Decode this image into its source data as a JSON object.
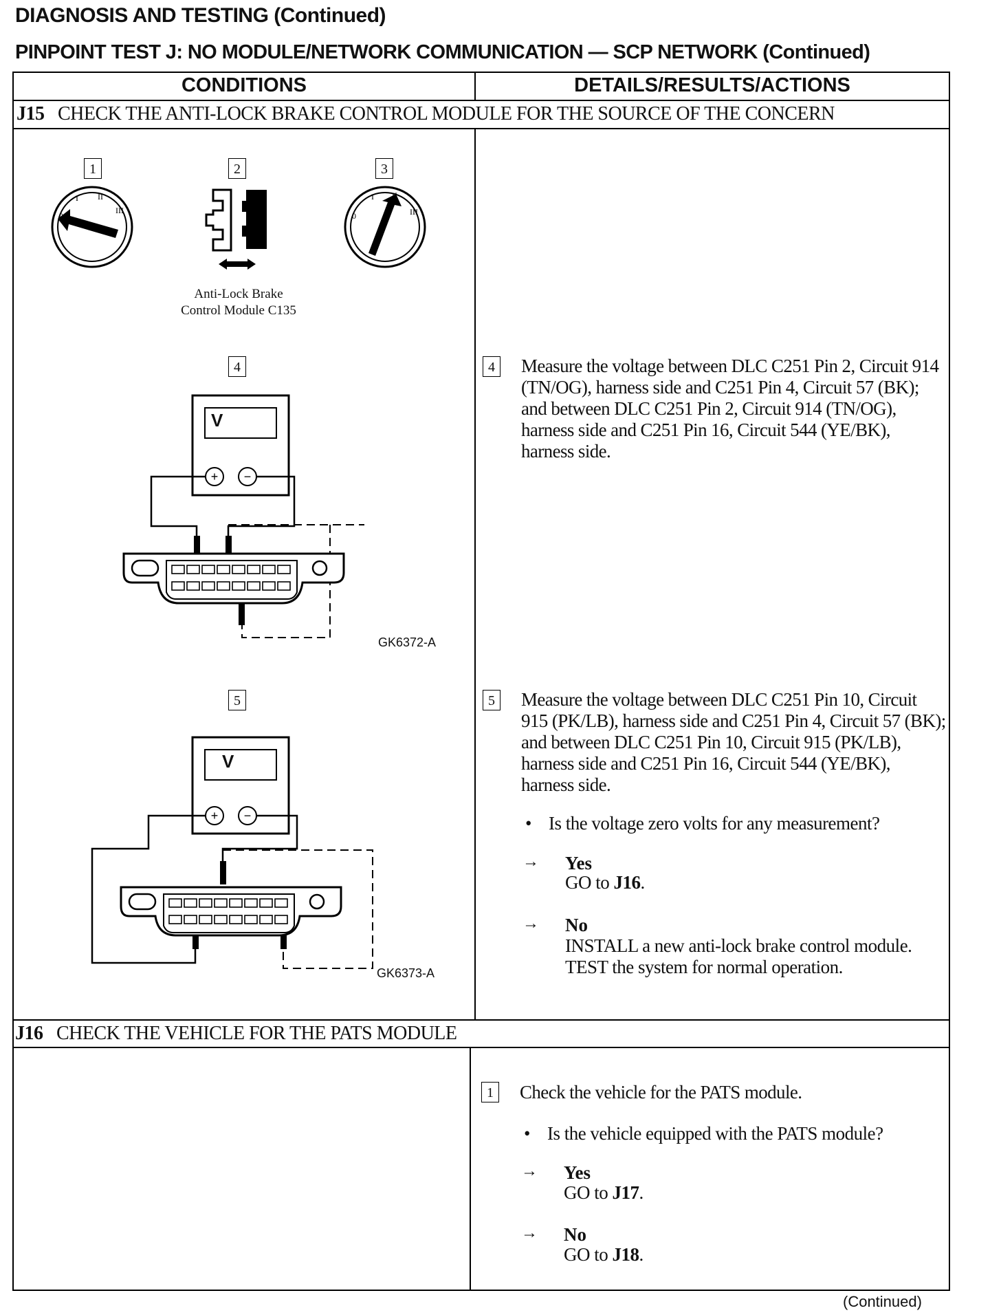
{
  "header": {
    "title": "DIAGNOSIS AND TESTING (Continued)",
    "subtitle": "PINPOINT TEST J: NO MODULE/NETWORK COMMUNICATION — SCP NETWORK (Continued)"
  },
  "table": {
    "col_conditions": "CONDITIONS",
    "col_details": "DETAILS/RESULTS/ACTIONS"
  },
  "j15": {
    "id": "J15",
    "title": "CHECK THE ANTI-LOCK BRAKE CONTROL MODULE FOR THE SOURCE OF THE CONCERN",
    "fig_numbers": [
      "1",
      "2",
      "3",
      "4",
      "5"
    ],
    "connector_caption_line1": "Anti-Lock Brake",
    "connector_caption_line2": "Control Module C135",
    "fig4_code": "GK6372-A",
    "fig5_code": "GK6373-A",
    "meter_label": "V",
    "step4_num": "4",
    "step4_text": "Measure the voltage between DLC C251 Pin 2, Circuit 914 (TN/OG), harness side and C251 Pin 4, Circuit 57 (BK); and between DLC C251 Pin 2, Circuit 914 (TN/OG), harness side and C251 Pin 16, Circuit 544 (YE/BK), harness side.",
    "step5_num": "5",
    "step5_text": "Measure the voltage between DLC C251 Pin 10, Circuit 915 (PK/LB), harness side and C251 Pin 4, Circuit 57 (BK); and between DLC C251 Pin 10, Circuit 915 (PK/LB), harness side and C251 Pin 16, Circuit 544 (YE/BK), harness side.",
    "question": "Is the voltage zero volts for any measurement?",
    "yes_label": "Yes",
    "yes_action_prefix": "GO to ",
    "yes_action_target": "J16",
    "no_label": "No",
    "no_action": "INSTALL a new anti-lock brake control module. TEST the system for normal operation."
  },
  "j16": {
    "id": "J16",
    "title": "CHECK THE VEHICLE FOR THE PATS MODULE",
    "step1_num": "1",
    "step1_text": "Check the vehicle for the PATS module.",
    "question": "Is the vehicle equipped with the PATS module?",
    "yes_label": "Yes",
    "yes_action_prefix": "GO to ",
    "yes_action_target": "J17",
    "no_label": "No",
    "no_action_prefix": "GO to ",
    "no_action_target": "J18"
  },
  "footer": {
    "continued": "(Continued)"
  }
}
